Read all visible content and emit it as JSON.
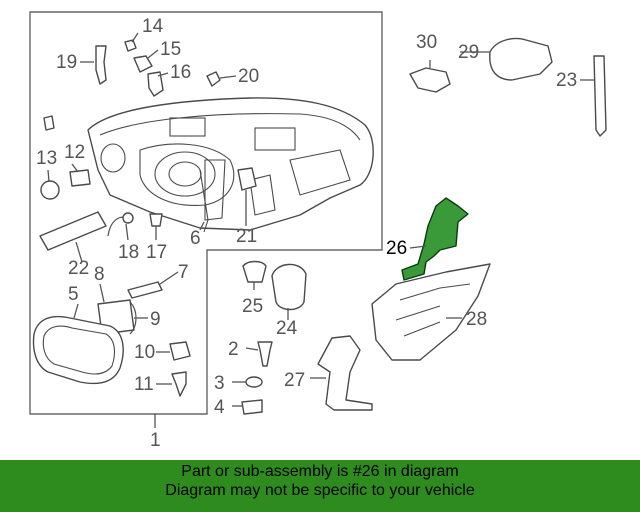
{
  "callouts": {
    "c1": "1",
    "c2": "2",
    "c3": "3",
    "c4": "4",
    "c5": "5",
    "c6": "6",
    "c7": "7",
    "c8": "8",
    "c9": "9",
    "c10": "10",
    "c11": "11",
    "c12": "12",
    "c13": "13",
    "c14": "14",
    "c15": "15",
    "c16": "16",
    "c17": "17",
    "c18": "18",
    "c19": "19",
    "c20": "20",
    "c21": "21",
    "c22": "22",
    "c23": "23",
    "c24": "24",
    "c25": "25",
    "c26": "26",
    "c27": "27",
    "c28": "28",
    "c29": "29",
    "c30": "30"
  },
  "highlighted_part": "26",
  "colors": {
    "highlight_fill": "#3a9a3a",
    "banner_background": "#2e8b1e",
    "line_art": "#4a4a4a"
  },
  "banner": {
    "line1": "Part or sub-assembly is #26 in diagram",
    "line2": "Diagram may not be specific to your vehicle"
  }
}
